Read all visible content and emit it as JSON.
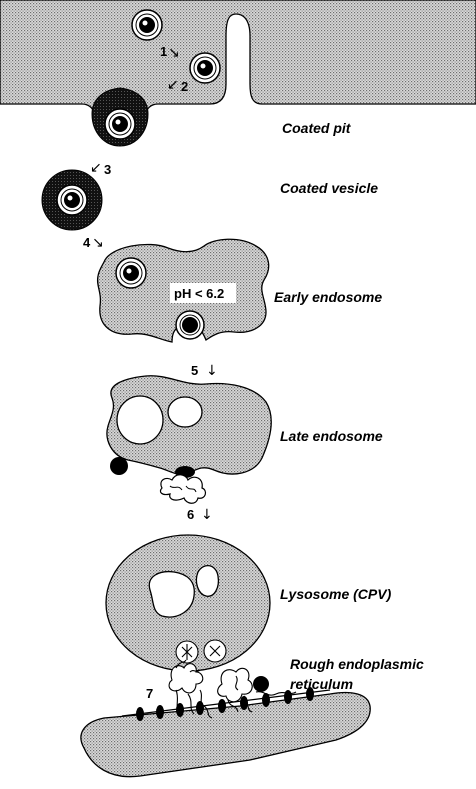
{
  "labels": {
    "coated_pit": "Coated  pit",
    "coated_vesicle": "Coated  vesicle",
    "early_endosome": "Early  endosome",
    "late_endosome": "Late  endosome",
    "lysosome": "Lysosome  (CPV)",
    "rer_line1": "Rough  endoplasmic",
    "rer_line2": "reticulum",
    "ph": "pH  < 6.2"
  },
  "steps": {
    "s1": "1",
    "s2": "2",
    "s3": "3",
    "s4": "4",
    "s5": "5",
    "s6": "6",
    "s7": "7"
  },
  "glyphs": {
    "arrow_down_right": "↘",
    "arrow_down_left": "↙",
    "arrow_down": "↓"
  },
  "colors": {
    "stipple_bg": "#d8d8d8",
    "stipple_dot": "#6e6e6e",
    "coat": "#1a1a1a",
    "virion_core": "#000000"
  }
}
